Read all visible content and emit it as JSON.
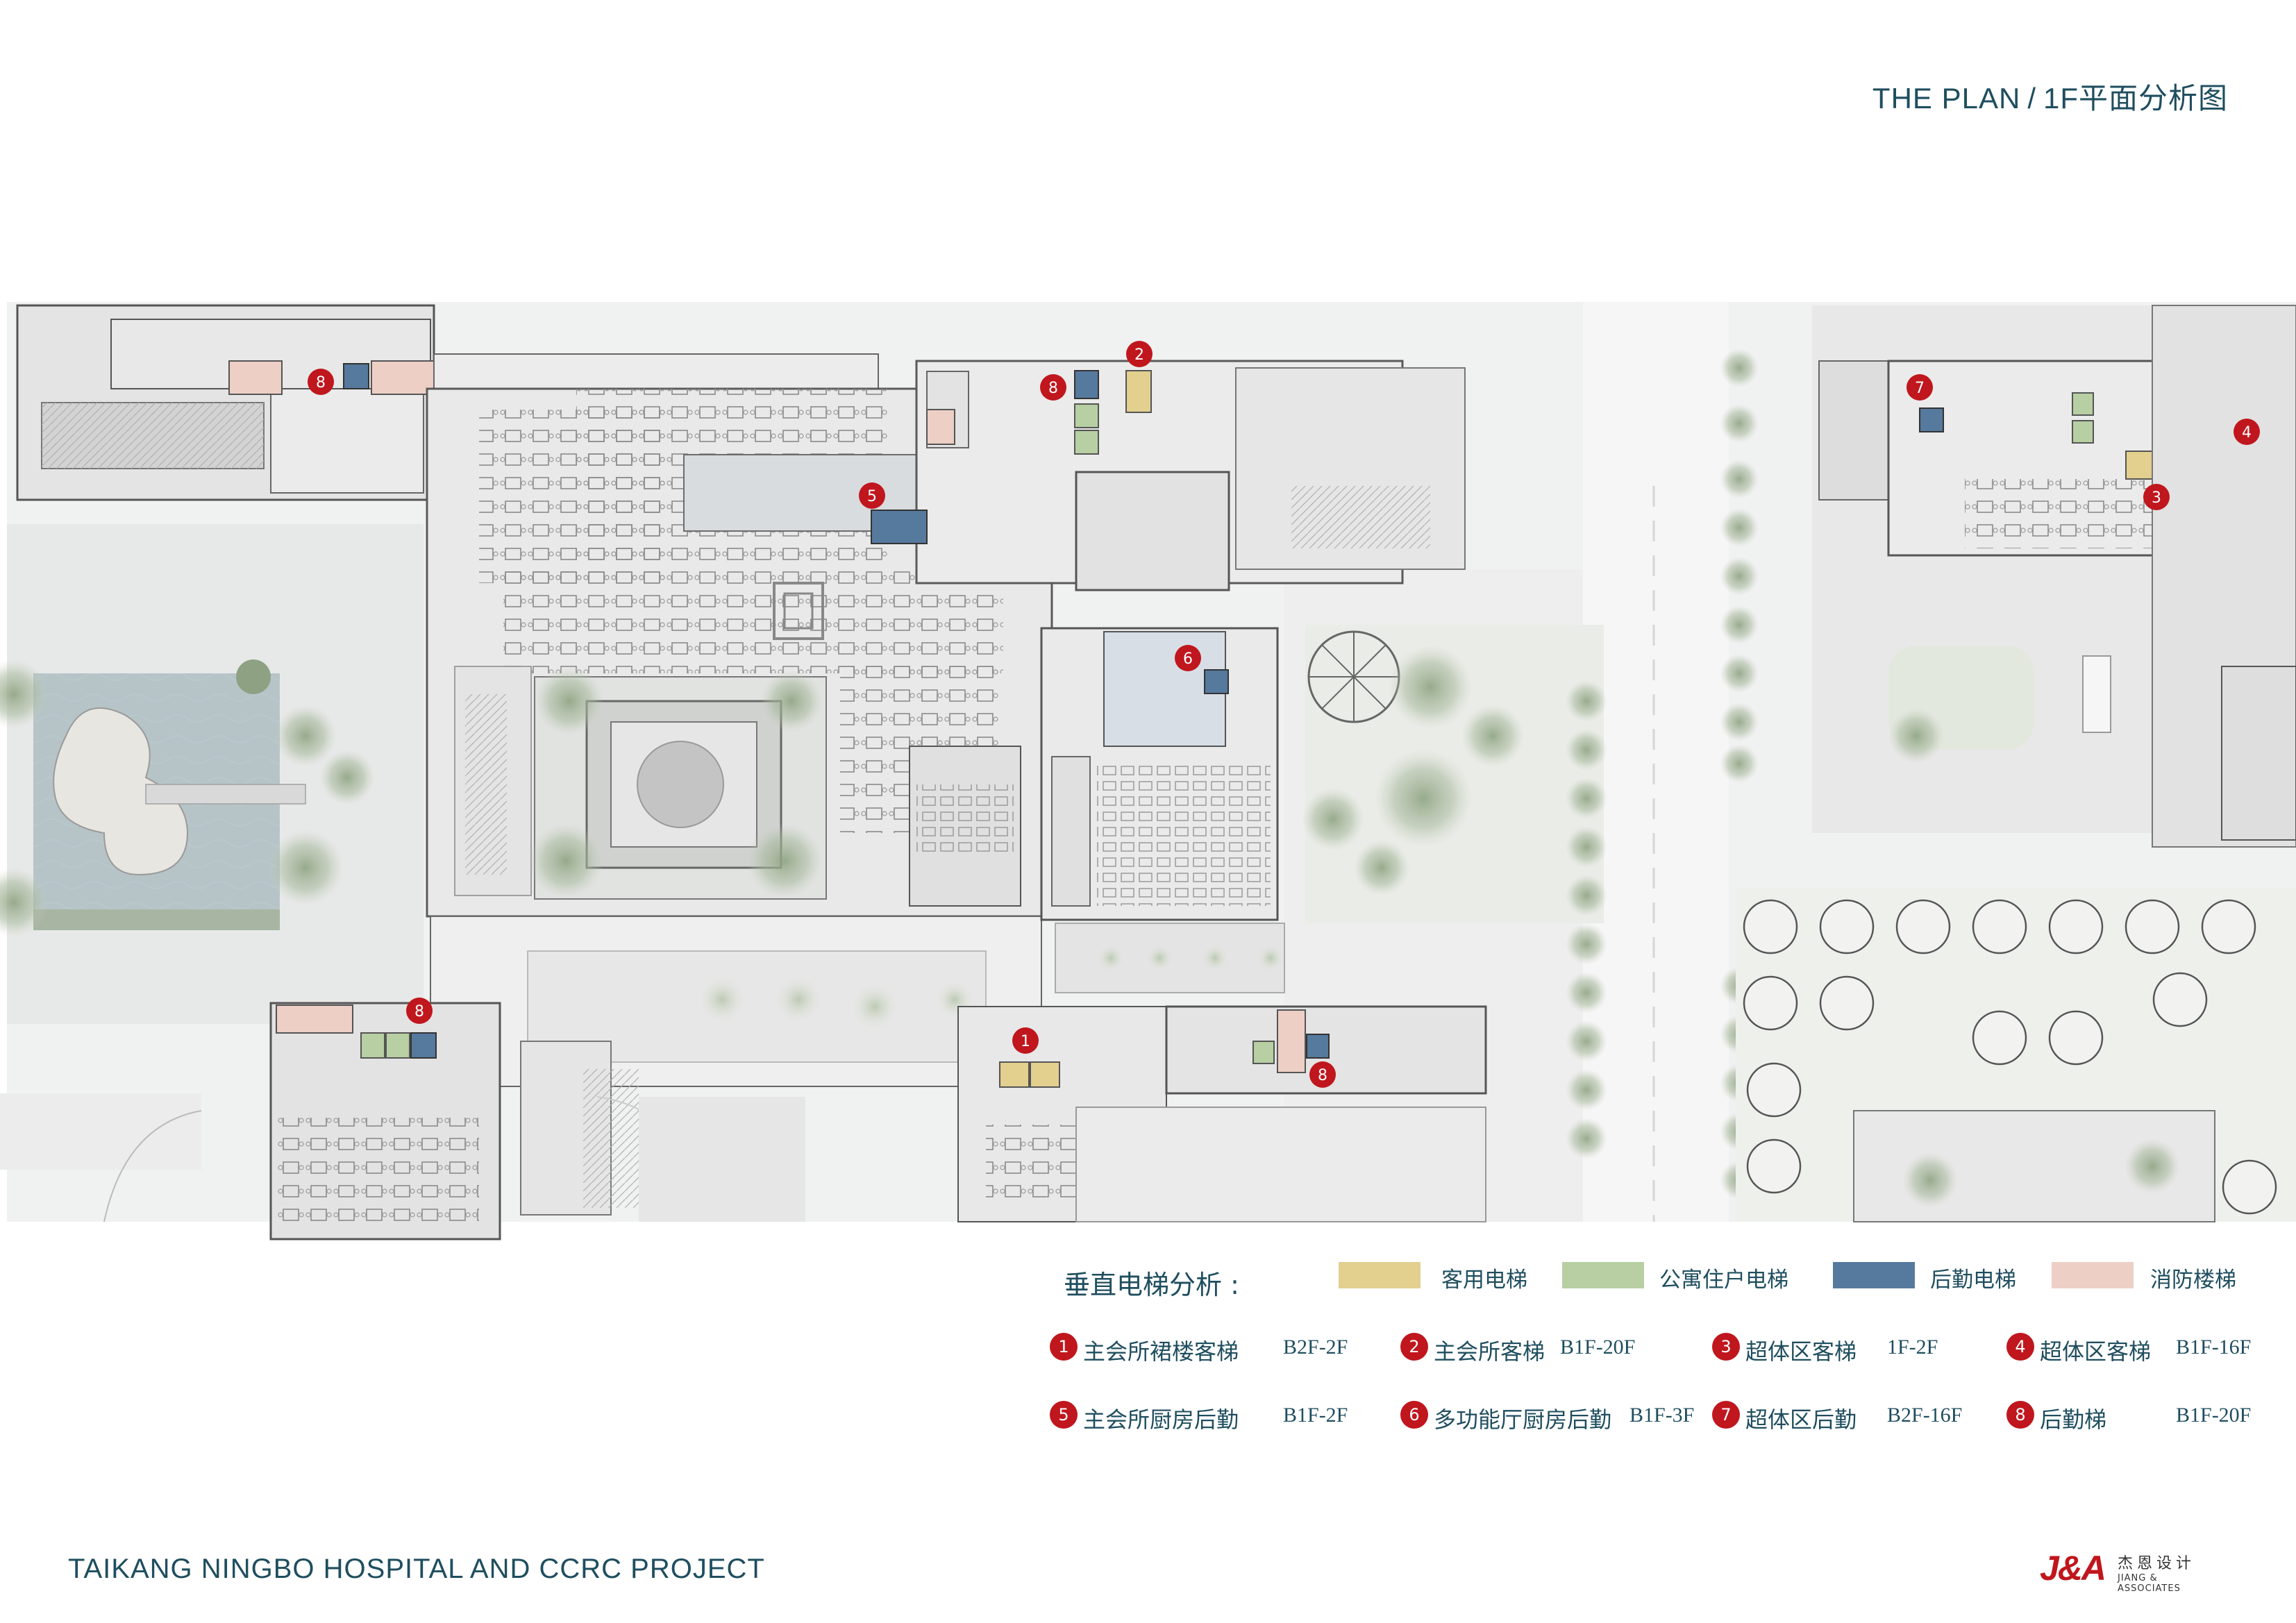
{
  "header": {
    "title_en": "THE PLAN",
    "separator": "/",
    "title_cn": "1F平面分析图"
  },
  "colors": {
    "guest": "#e3cf8e",
    "residence": "#b7cfa3",
    "service": "#56799e",
    "fire": "#edcfc6",
    "marker": "#c0161d",
    "text": "#1f4e5f"
  },
  "plan_markers": [
    "1",
    "2",
    "3",
    "4",
    "5",
    "6",
    "7",
    "8",
    "8",
    "8",
    "8"
  ],
  "legend": {
    "heading": "垂直电梯分析 :",
    "swatches": [
      {
        "label": "客用电梯"
      },
      {
        "label": "公寓住户电梯"
      },
      {
        "label": "后勤电梯"
      },
      {
        "label": "消防楼梯"
      }
    ],
    "elevators": [
      {
        "num": "1",
        "name": "主会所裙楼客梯",
        "range": "B2F-2F"
      },
      {
        "num": "2",
        "name": "主会所客梯",
        "range": "B1F-20F"
      },
      {
        "num": "3",
        "name": "超体区客梯",
        "range": "1F-2F"
      },
      {
        "num": "4",
        "name": "超体区客梯",
        "range": "B1F-16F"
      },
      {
        "num": "5",
        "name": "主会所厨房后勤",
        "range": "B1F-2F"
      },
      {
        "num": "6",
        "name": "多功能厅厨房后勤",
        "range": "B1F-3F"
      },
      {
        "num": "7",
        "name": "超体区后勤",
        "range": "B2F-16F"
      },
      {
        "num": "8",
        "name": "后勤梯",
        "range": "B1F-20F"
      }
    ]
  },
  "footer": {
    "project": "TAIKANG NINGBO HOSPITAL AND CCRC PROJECT",
    "logo_mark": "J&A",
    "logo_cn": "杰恩设计",
    "logo_en": "JIANG & ASSOCIATES"
  }
}
